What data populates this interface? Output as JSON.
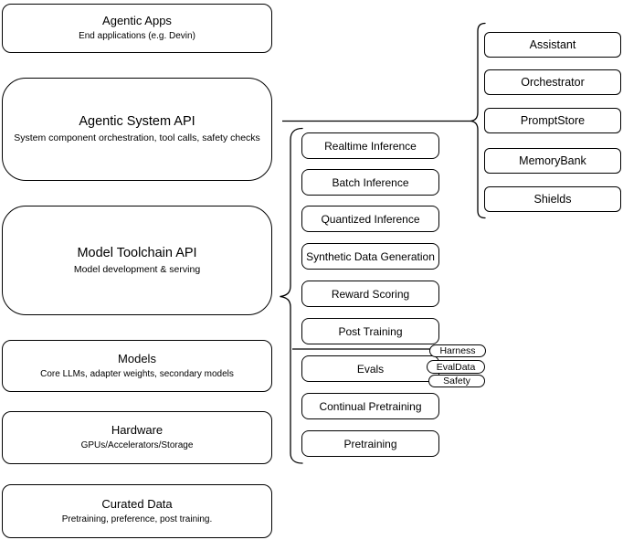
{
  "diagram": {
    "left_stack": [
      {
        "title": "Agentic Apps",
        "subtitle": "End applications (e.g. Devin)"
      },
      {
        "title": "Agentic System API",
        "subtitle": "System component orchestration, tool calls, safety checks"
      },
      {
        "title": "Model Toolchain API",
        "subtitle": "Model development & serving"
      },
      {
        "title": "Models",
        "subtitle": "Core LLMs, adapter weights, secondary models"
      },
      {
        "title": "Hardware",
        "subtitle": "GPUs/Accelerators/Storage"
      },
      {
        "title": "Curated Data",
        "subtitle": "Pretraining, preference, post training."
      }
    ],
    "toolchain_group": {
      "items": [
        "Realtime Inference",
        "Batch Inference",
        "Quantized Inference",
        "Synthetic Data Generation",
        "Reward Scoring",
        "Post Training",
        "Evals",
        "Continual Pretraining",
        "Pretraining"
      ],
      "eval_tags": [
        "Harness",
        "EvalData",
        "Safety"
      ]
    },
    "system_group": {
      "items": [
        "Assistant",
        "Orchestrator",
        "PromptStore",
        "MemoryBank",
        "Shields"
      ]
    },
    "colors": {
      "stroke": "#000000",
      "background": "#ffffff",
      "text": "#000000"
    }
  }
}
